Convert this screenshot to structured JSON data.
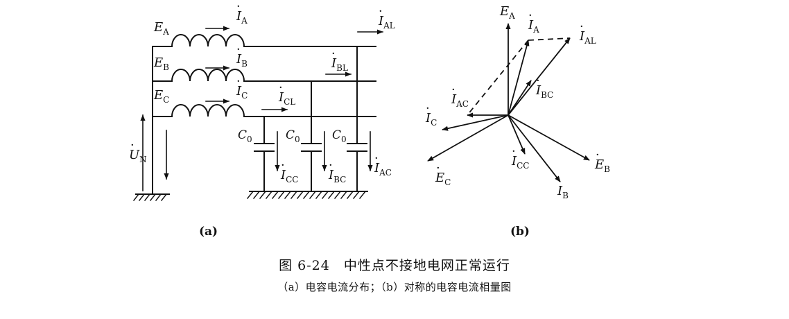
{
  "colors": {
    "ink": "#111111",
    "background": "#ffffff"
  },
  "figure": {
    "title": "图 6-24　中性点不接地电网正常运行",
    "subtitle": "（a）电容电流分布；（b）对称的电容电流相量图"
  },
  "circuit": {
    "panel_label": "(a)",
    "source_labels": [
      "E",
      "E",
      "E"
    ],
    "phase_subscripts": [
      "A",
      "B",
      "C"
    ],
    "current_dot_char": "·",
    "current_symbol": "I",
    "phase_currents": [
      "A",
      "B",
      "C"
    ],
    "line_currents": [
      "AL",
      "BL",
      "CL"
    ],
    "capacitor_label": "C",
    "capacitor_subscript": "0",
    "capacitor_currents": [
      "CC",
      "BC",
      "AC"
    ],
    "neutral_voltage_symbol": "U",
    "neutral_voltage_subscript": "N"
  },
  "phasor": {
    "panel_label": "(b)",
    "labels": {
      "EA": {
        "main": "E",
        "sub": "A",
        "dot": false
      },
      "EB": {
        "main": "E",
        "sub": "B",
        "dot": true
      },
      "EC": {
        "main": "E",
        "sub": "C",
        "dot": true
      },
      "IA": {
        "main": "I",
        "sub": "A",
        "dot": true
      },
      "IAL": {
        "main": "I",
        "sub": "AL",
        "dot": true
      },
      "IBC": {
        "main": "I",
        "sub": "BC",
        "dot": true
      },
      "IAC": {
        "main": "I",
        "sub": "AC",
        "dot": true
      },
      "IC": {
        "main": "I",
        "sub": "C",
        "dot": true
      },
      "ICC": {
        "main": "I",
        "sub": "CC",
        "dot": true
      },
      "IB": {
        "main": "I",
        "sub": "B",
        "dot": true
      }
    }
  }
}
